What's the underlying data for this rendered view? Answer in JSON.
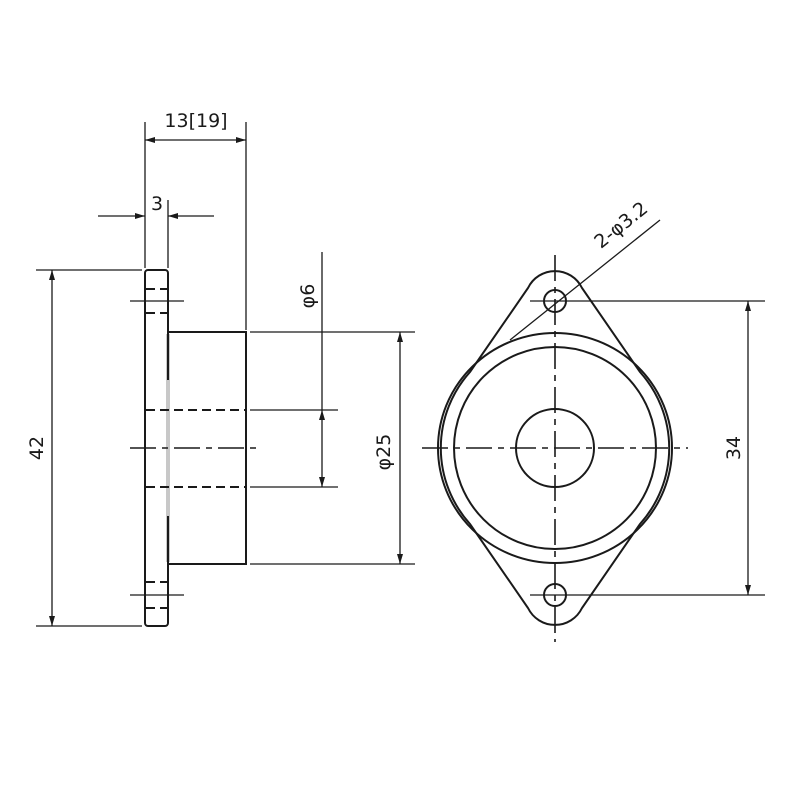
{
  "drawing": {
    "type": "mechanical-part-drawing",
    "views": {
      "side_view": {
        "dimensions": {
          "total_length": "13[19]",
          "flange_thickness": "3",
          "flange_height": "42",
          "bore_diameter": "φ6",
          "hub_diameter": "φ25"
        }
      },
      "front_view": {
        "dimensions": {
          "mounting_holes": "2-φ3.2",
          "hole_pitch": "34"
        }
      }
    },
    "colors": {
      "part_fill": "#c8c8c8",
      "line": "#1a1a1a",
      "background": "#ffffff"
    }
  }
}
